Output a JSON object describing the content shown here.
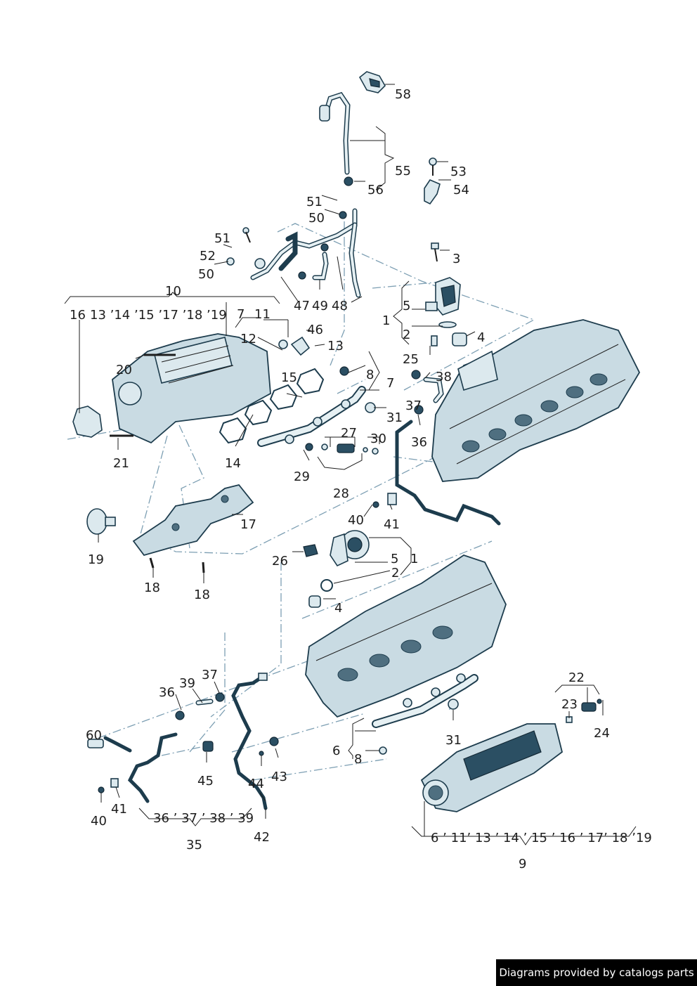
{
  "credit": "Diagrams provided by catalogs parts",
  "callouts": [
    {
      "id": "c58",
      "text": "58"
    },
    {
      "id": "c55",
      "text": "55"
    },
    {
      "id": "c56",
      "text": "56"
    },
    {
      "id": "c53",
      "text": "53"
    },
    {
      "id": "c54",
      "text": "54"
    },
    {
      "id": "c51a",
      "text": "51"
    },
    {
      "id": "c50a",
      "text": "50"
    },
    {
      "id": "c51b",
      "text": "51"
    },
    {
      "id": "c52",
      "text": "52"
    },
    {
      "id": "c50b",
      "text": "50"
    },
    {
      "id": "c3",
      "text": "3"
    },
    {
      "id": "c10",
      "text": "10"
    },
    {
      "id": "c47",
      "text": "47"
    },
    {
      "id": "c49",
      "text": "49"
    },
    {
      "id": "c48",
      "text": "48"
    },
    {
      "id": "c5a",
      "text": "5"
    },
    {
      "id": "c1a",
      "text": "1"
    },
    {
      "id": "c2a",
      "text": "2"
    },
    {
      "id": "c4a",
      "text": "4"
    },
    {
      "id": "c16",
      "text": "16"
    },
    {
      "id": "c10list",
      "text": "13 ’14 ’15 ’17 ’18 ’19"
    },
    {
      "id": "c7a",
      "text": "7"
    },
    {
      "id": "c11",
      "text": "11"
    },
    {
      "id": "c46",
      "text": "46"
    },
    {
      "id": "c12",
      "text": "12"
    },
    {
      "id": "c13",
      "text": "13"
    },
    {
      "id": "c25",
      "text": "25"
    },
    {
      "id": "c20",
      "text": "20"
    },
    {
      "id": "c8a",
      "text": "8"
    },
    {
      "id": "c38a",
      "text": "38"
    },
    {
      "id": "c15",
      "text": "15"
    },
    {
      "id": "c7b",
      "text": "7"
    },
    {
      "id": "c37a",
      "text": "37"
    },
    {
      "id": "c31a",
      "text": "31"
    },
    {
      "id": "c36a",
      "text": "36"
    },
    {
      "id": "c27",
      "text": "27"
    },
    {
      "id": "c30",
      "text": "30"
    },
    {
      "id": "c21",
      "text": "21"
    },
    {
      "id": "c14",
      "text": "14"
    },
    {
      "id": "c29",
      "text": "29"
    },
    {
      "id": "c28",
      "text": "28"
    },
    {
      "id": "c40a",
      "text": "40"
    },
    {
      "id": "c41a",
      "text": "41"
    },
    {
      "id": "c17",
      "text": "17"
    },
    {
      "id": "c19",
      "text": "19"
    },
    {
      "id": "c26",
      "text": "26"
    },
    {
      "id": "c5b",
      "text": "5"
    },
    {
      "id": "c1b",
      "text": "1"
    },
    {
      "id": "c2b",
      "text": "2"
    },
    {
      "id": "c18a",
      "text": "18"
    },
    {
      "id": "c18b",
      "text": "18"
    },
    {
      "id": "c4b",
      "text": "4"
    },
    {
      "id": "c22",
      "text": "22"
    },
    {
      "id": "c37b",
      "text": "37"
    },
    {
      "id": "c39a",
      "text": "39"
    },
    {
      "id": "c36b",
      "text": "36"
    },
    {
      "id": "c23",
      "text": "23"
    },
    {
      "id": "c24",
      "text": "24"
    },
    {
      "id": "c60",
      "text": "60"
    },
    {
      "id": "c31b",
      "text": "31"
    },
    {
      "id": "c6",
      "text": "6"
    },
    {
      "id": "c8b",
      "text": "8"
    },
    {
      "id": "c45",
      "text": "45"
    },
    {
      "id": "c43",
      "text": "43"
    },
    {
      "id": "c44",
      "text": "44"
    },
    {
      "id": "c41b",
      "text": "41"
    },
    {
      "id": "c40b",
      "text": "40"
    },
    {
      "id": "c35list",
      "text": "36 ’ 37 ’ 38 ’ 39"
    },
    {
      "id": "c42",
      "text": "42"
    },
    {
      "id": "c35",
      "text": "35"
    },
    {
      "id": "c9list",
      "text": "6 ’ 11’ 13 ’ 14 ’ 15 ’ 16 ’ 17’ 18 ’19"
    },
    {
      "id": "c9",
      "text": "9"
    }
  ]
}
